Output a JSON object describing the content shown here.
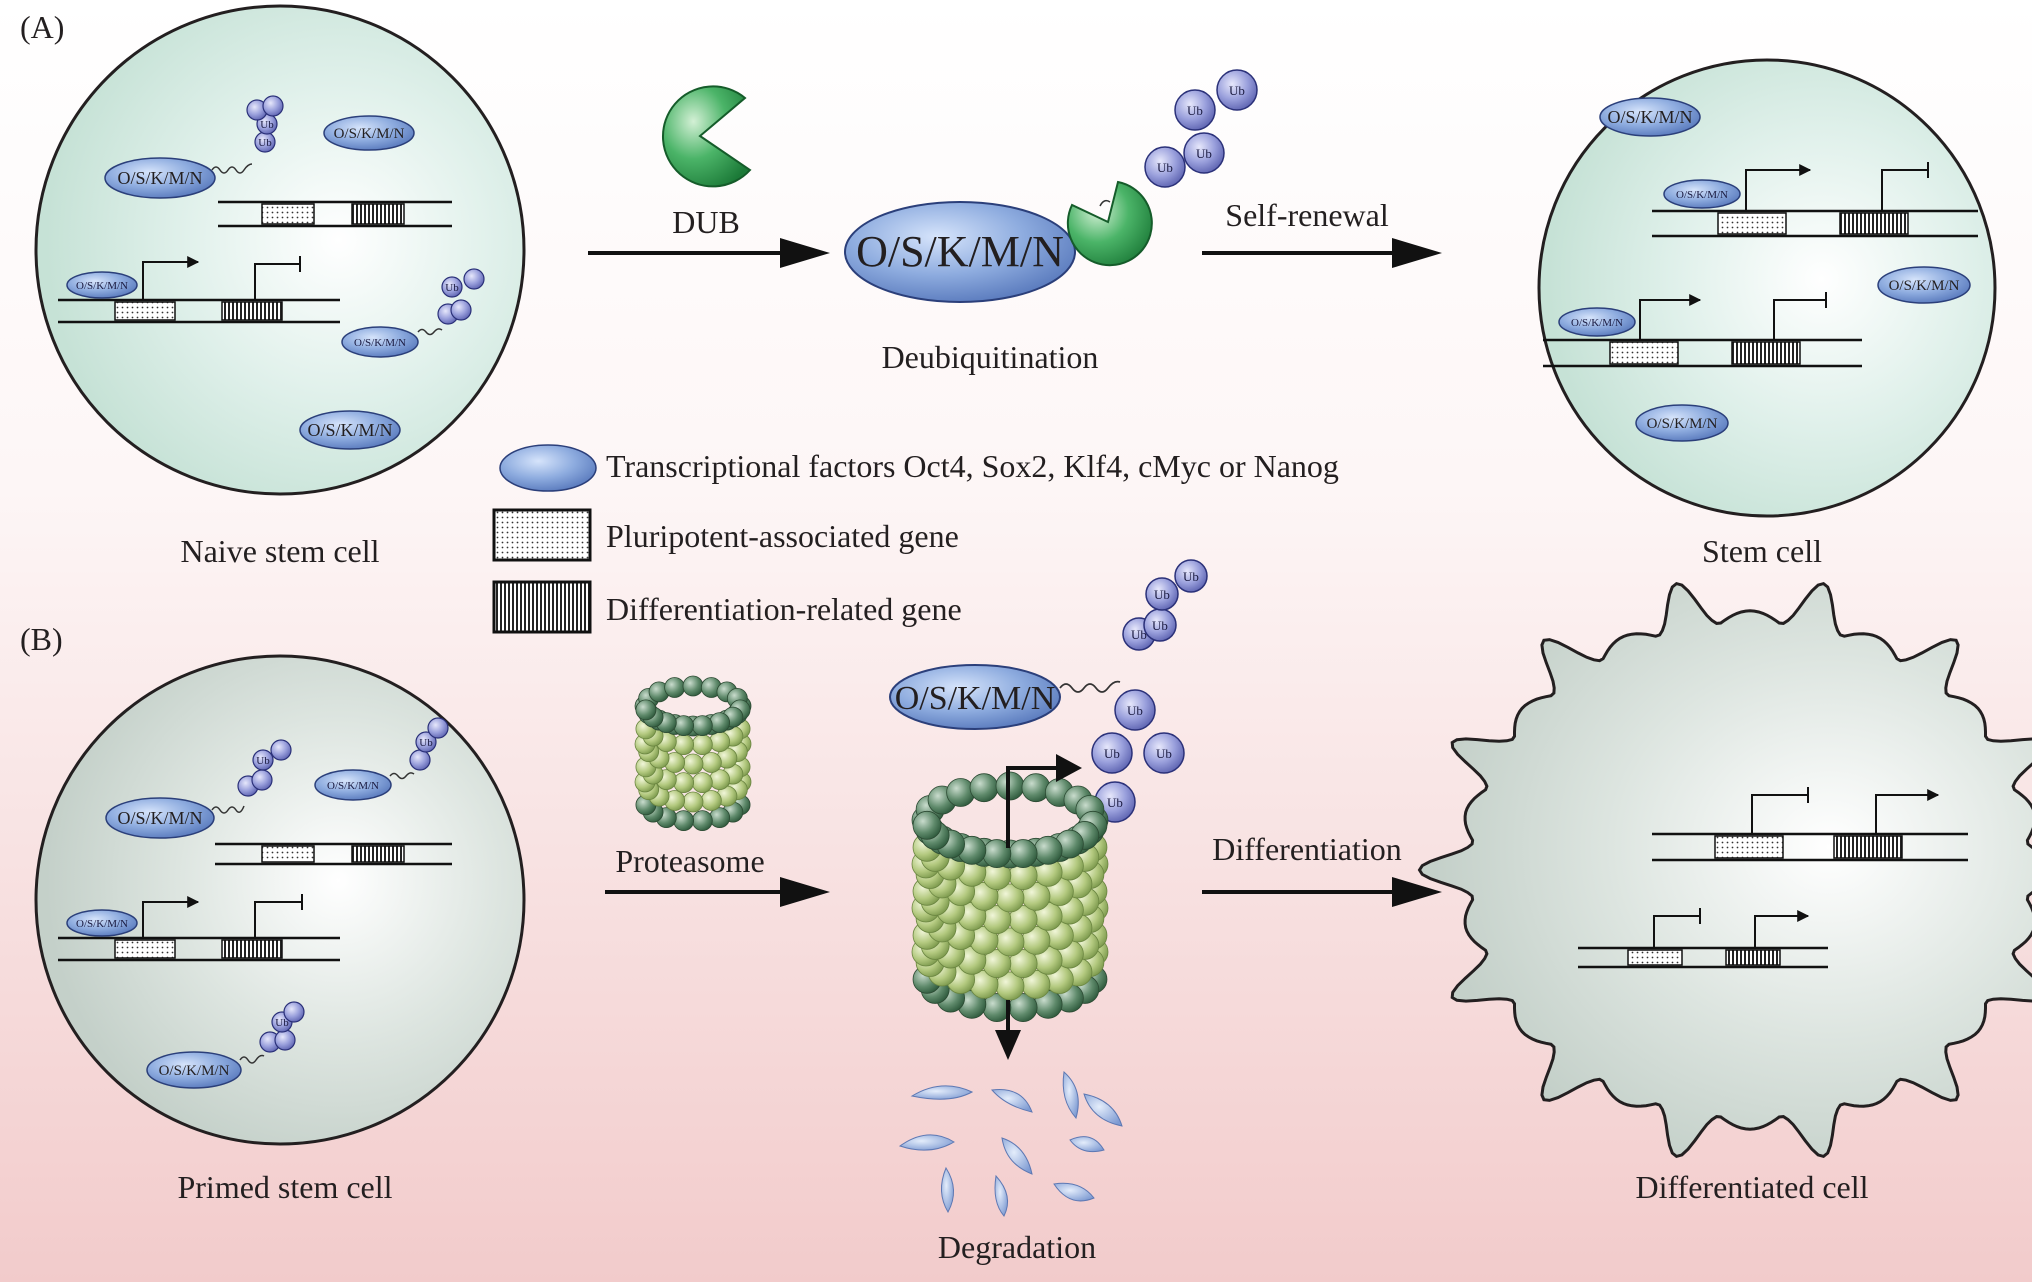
{
  "panels": {
    "a": "(A)",
    "b": "(B)"
  },
  "cells": {
    "naive": "Naive stem cell",
    "stem": "Stem cell",
    "primed": "Primed stem cell",
    "differentiated": "Differentiated cell"
  },
  "tf_label": "O/S/K/M/N",
  "ub_label": "Ub",
  "arrows": {
    "dub": "DUB",
    "self_renewal": "Self-renewal",
    "proteasome": "Proteasome",
    "differentiation": "Differentiation"
  },
  "processes": {
    "deubiquitination": "Deubiquitination",
    "degradation": "Degradation"
  },
  "legend": {
    "tf": "Transcriptional factors Oct4, Sox2, Klf4, cMyc  or Nanog",
    "pluripotent": "Pluripotent-associated gene",
    "differentiation": "Differentiation-related gene"
  },
  "colors": {
    "bg_top": "#ffffff",
    "bg_bottom": "#f3cccc",
    "cell_fill_a": "#d2eae2",
    "cell_fill_b": "#d3ddd8",
    "tf_blue": "#6f8fce",
    "ub_purple": "#7c83c9",
    "dub_green": "#2e9a4e",
    "proteasome_dark": "#4f7a5c",
    "proteasome_light": "#b6c88a"
  }
}
